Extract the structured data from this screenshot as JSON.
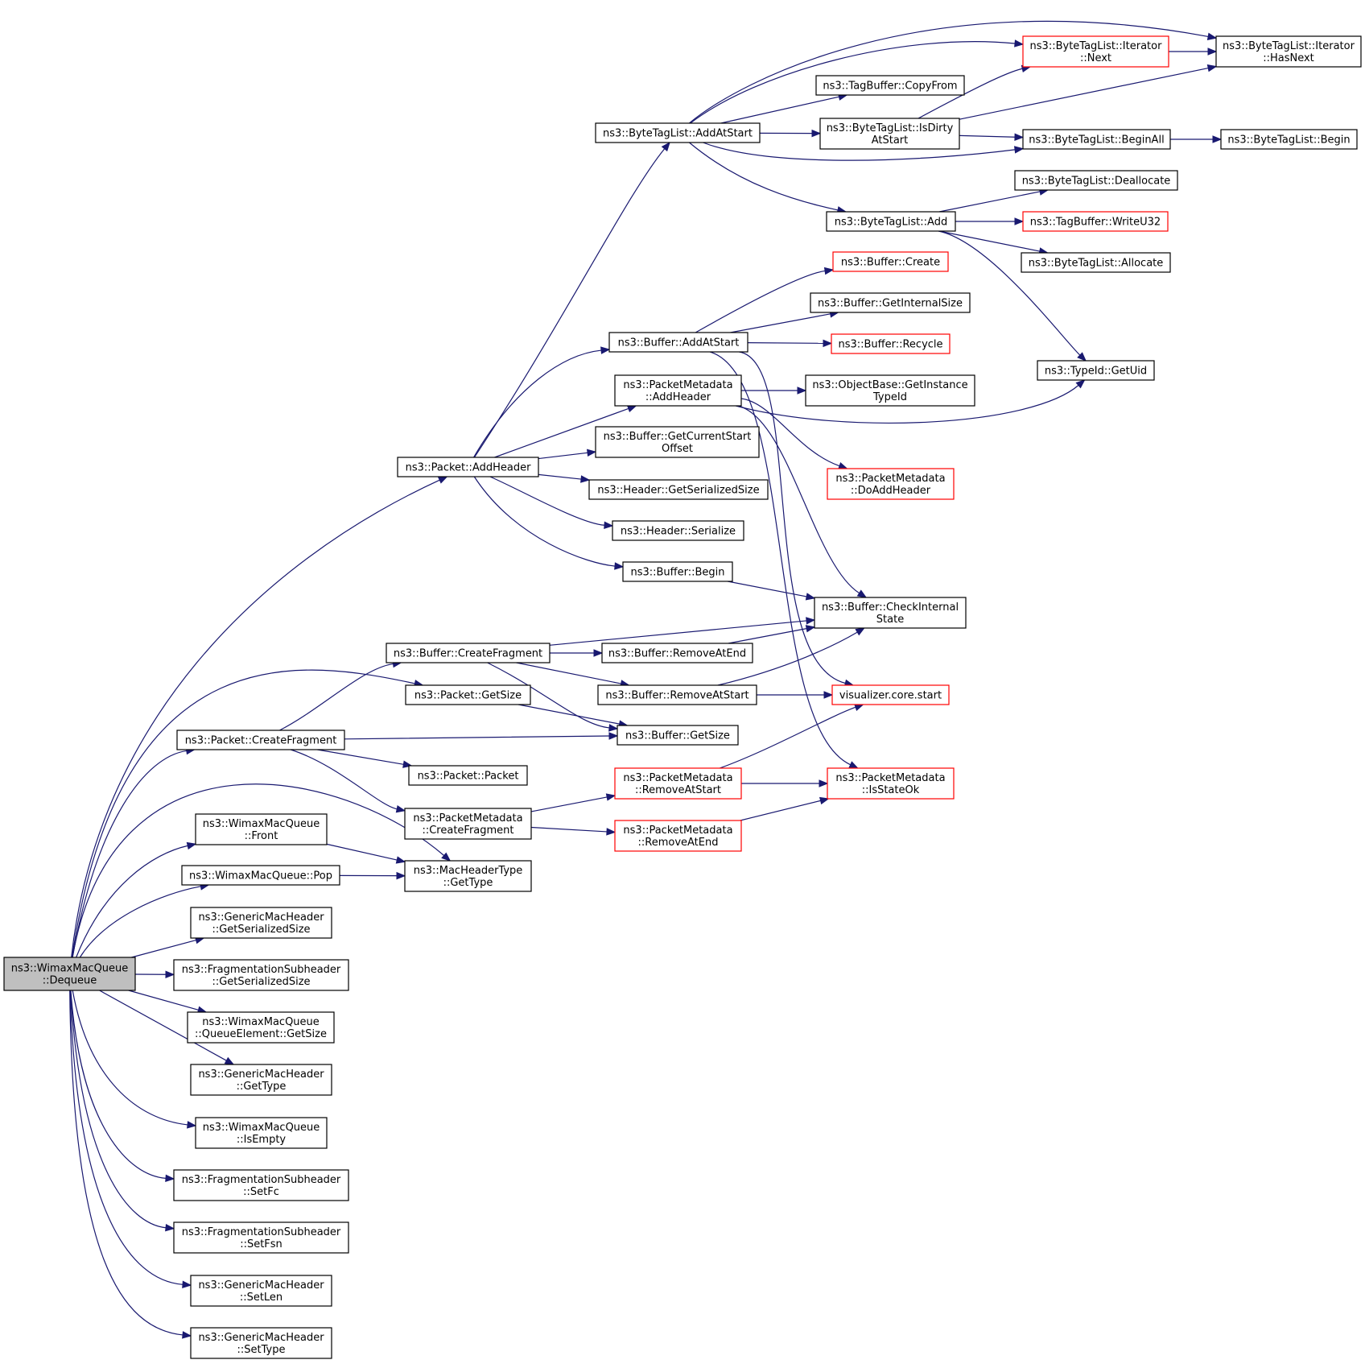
{
  "colors": {
    "edge": "#191970",
    "node_border": "#000000",
    "truncated_border": "#ff0000",
    "root_fill": "#bfbfbf"
  },
  "nodes": [
    {
      "id": "root",
      "lines": [
        "ns3::WimaxMacQueue",
        "::Dequeue"
      ],
      "style": "root"
    },
    {
      "id": "pkt_addheader",
      "lines": [
        "ns3::Packet::AddHeader"
      ]
    },
    {
      "id": "pkt_getsize",
      "lines": [
        "ns3::Packet::GetSize"
      ]
    },
    {
      "id": "pkt_createfrag",
      "lines": [
        "ns3::Packet::CreateFragment"
      ]
    },
    {
      "id": "wmq_front",
      "lines": [
        "ns3::WimaxMacQueue",
        "::Front"
      ]
    },
    {
      "id": "wmq_pop",
      "lines": [
        "ns3::WimaxMacQueue::Pop"
      ]
    },
    {
      "id": "gmh_getser",
      "lines": [
        "ns3::GenericMacHeader",
        "::GetSerializedSize"
      ]
    },
    {
      "id": "fsh_getser",
      "lines": [
        "ns3::FragmentationSubheader",
        "::GetSerializedSize"
      ]
    },
    {
      "id": "wmq_qe_getsize",
      "lines": [
        "ns3::WimaxMacQueue",
        "::QueueElement::GetSize"
      ]
    },
    {
      "id": "gmh_gettype",
      "lines": [
        "ns3::GenericMacHeader",
        "::GetType"
      ]
    },
    {
      "id": "wmq_isempty",
      "lines": [
        "ns3::WimaxMacQueue",
        "::IsEmpty"
      ]
    },
    {
      "id": "fsh_setfc",
      "lines": [
        "ns3::FragmentationSubheader",
        "::SetFc"
      ]
    },
    {
      "id": "fsh_setfsn",
      "lines": [
        "ns3::FragmentationSubheader",
        "::SetFsn"
      ]
    },
    {
      "id": "gmh_setlen",
      "lines": [
        "ns3::GenericMacHeader",
        "::SetLen"
      ]
    },
    {
      "id": "gmh_settype",
      "lines": [
        "ns3::GenericMacHeader",
        "::SetType"
      ]
    },
    {
      "id": "btl_addatstart",
      "lines": [
        "ns3::ByteTagList::AddAtStart"
      ]
    },
    {
      "id": "buf_addatstart",
      "lines": [
        "ns3::Buffer::AddAtStart"
      ]
    },
    {
      "id": "pm_addheader",
      "lines": [
        "ns3::PacketMetadata",
        "::AddHeader"
      ]
    },
    {
      "id": "buf_getcurstart",
      "lines": [
        "ns3::Buffer::GetCurrentStart",
        "Offset"
      ]
    },
    {
      "id": "hdr_getser",
      "lines": [
        "ns3::Header::GetSerializedSize"
      ]
    },
    {
      "id": "hdr_serialize",
      "lines": [
        "ns3::Header::Serialize"
      ]
    },
    {
      "id": "buf_begin",
      "lines": [
        "ns3::Buffer::Begin"
      ]
    },
    {
      "id": "buf_createfrag",
      "lines": [
        "ns3::Buffer::CreateFragment"
      ]
    },
    {
      "id": "buf_removeatend",
      "lines": [
        "ns3::Buffer::RemoveAtEnd"
      ]
    },
    {
      "id": "buf_removeatstart",
      "lines": [
        "ns3::Buffer::RemoveAtStart"
      ]
    },
    {
      "id": "buf_getsize",
      "lines": [
        "ns3::Buffer::GetSize"
      ]
    },
    {
      "id": "pkt_packet",
      "lines": [
        "ns3::Packet::Packet"
      ]
    },
    {
      "id": "pm_createfrag",
      "lines": [
        "ns3::PacketMetadata",
        "::CreateFragment"
      ]
    },
    {
      "id": "mht_gettype",
      "lines": [
        "ns3::MacHeaderType",
        "::GetType"
      ]
    },
    {
      "id": "pm_removeatstart",
      "lines": [
        "ns3::PacketMetadata",
        "::RemoveAtStart"
      ],
      "style": "trunc"
    },
    {
      "id": "pm_removeatend",
      "lines": [
        "ns3::PacketMetadata",
        "::RemoveAtEnd"
      ],
      "style": "trunc"
    },
    {
      "id": "btli_next",
      "lines": [
        "ns3::ByteTagList::Iterator",
        "::Next"
      ],
      "style": "trunc"
    },
    {
      "id": "tb_copyfrom",
      "lines": [
        "ns3::TagBuffer::CopyFrom"
      ]
    },
    {
      "id": "btl_isdirty",
      "lines": [
        "ns3::ByteTagList::IsDirty",
        "AtStart"
      ]
    },
    {
      "id": "btl_add",
      "lines": [
        "ns3::ByteTagList::Add"
      ]
    },
    {
      "id": "buf_create",
      "lines": [
        "ns3::Buffer::Create"
      ],
      "style": "trunc"
    },
    {
      "id": "buf_getinternal",
      "lines": [
        "ns3::Buffer::GetInternalSize"
      ]
    },
    {
      "id": "buf_recycle",
      "lines": [
        "ns3::Buffer::Recycle"
      ],
      "style": "trunc"
    },
    {
      "id": "ob_getinst",
      "lines": [
        "ns3::ObjectBase::GetInstance",
        "TypeId"
      ]
    },
    {
      "id": "pm_doaddheader",
      "lines": [
        "ns3::PacketMetadata",
        "::DoAddHeader"
      ],
      "style": "trunc"
    },
    {
      "id": "buf_checkinternal",
      "lines": [
        "ns3::Buffer::CheckInternal",
        "State"
      ]
    },
    {
      "id": "vis_start",
      "lines": [
        "visualizer.core.start"
      ],
      "style": "trunc"
    },
    {
      "id": "pm_isstateok",
      "lines": [
        "ns3::PacketMetadata",
        "::IsStateOk"
      ],
      "style": "trunc"
    },
    {
      "id": "btli_hasnext",
      "lines": [
        "ns3::ByteTagList::Iterator",
        "::HasNext"
      ]
    },
    {
      "id": "btl_beginall",
      "lines": [
        "ns3::ByteTagList::BeginAll"
      ]
    },
    {
      "id": "btl_begin",
      "lines": [
        "ns3::ByteTagList::Begin"
      ]
    },
    {
      "id": "btl_dealloc",
      "lines": [
        "ns3::ByteTagList::Deallocate"
      ]
    },
    {
      "id": "tb_writeu32",
      "lines": [
        "ns3::TagBuffer::WriteU32"
      ],
      "style": "trunc"
    },
    {
      "id": "btl_allocate",
      "lines": [
        "ns3::ByteTagList::Allocate"
      ]
    },
    {
      "id": "typeid_getuid",
      "lines": [
        "ns3::TypeId::GetUid"
      ]
    }
  ],
  "edges": [
    [
      "root",
      "pkt_addheader"
    ],
    [
      "root",
      "pkt_getsize"
    ],
    [
      "root",
      "pkt_createfrag"
    ],
    [
      "root",
      "mht_gettype"
    ],
    [
      "root",
      "wmq_front"
    ],
    [
      "root",
      "wmq_pop"
    ],
    [
      "root",
      "gmh_getser"
    ],
    [
      "root",
      "fsh_getser"
    ],
    [
      "root",
      "wmq_qe_getsize"
    ],
    [
      "root",
      "gmh_gettype"
    ],
    [
      "root",
      "wmq_isempty"
    ],
    [
      "root",
      "fsh_setfc"
    ],
    [
      "root",
      "fsh_setfsn"
    ],
    [
      "root",
      "gmh_setlen"
    ],
    [
      "root",
      "gmh_settype"
    ],
    [
      "pkt_addheader",
      "btl_addatstart"
    ],
    [
      "pkt_addheader",
      "buf_addatstart"
    ],
    [
      "pkt_addheader",
      "pm_addheader"
    ],
    [
      "pkt_addheader",
      "buf_getcurstart"
    ],
    [
      "pkt_addheader",
      "hdr_getser"
    ],
    [
      "pkt_addheader",
      "hdr_serialize"
    ],
    [
      "pkt_addheader",
      "buf_begin"
    ],
    [
      "btl_addatstart",
      "btli_hasnext"
    ],
    [
      "btl_addatstart",
      "btli_next"
    ],
    [
      "btl_addatstart",
      "tb_copyfrom"
    ],
    [
      "btl_addatstart",
      "btl_isdirty"
    ],
    [
      "btl_addatstart",
      "btl_beginall"
    ],
    [
      "btl_addatstart",
      "btl_add"
    ],
    [
      "btli_next",
      "btli_hasnext"
    ],
    [
      "btl_isdirty",
      "btli_next"
    ],
    [
      "btl_isdirty",
      "btli_hasnext"
    ],
    [
      "btl_isdirty",
      "btl_beginall"
    ],
    [
      "btl_beginall",
      "btl_begin"
    ],
    [
      "btl_add",
      "btl_dealloc"
    ],
    [
      "btl_add",
      "tb_writeu32"
    ],
    [
      "btl_add",
      "btl_allocate"
    ],
    [
      "btl_add",
      "typeid_getuid"
    ],
    [
      "buf_addatstart",
      "buf_create"
    ],
    [
      "buf_addatstart",
      "buf_getinternal"
    ],
    [
      "buf_addatstart",
      "buf_recycle"
    ],
    [
      "buf_addatstart",
      "vis_start"
    ],
    [
      "buf_addatstart",
      "pm_isstateok"
    ],
    [
      "pm_addheader",
      "ob_getinst"
    ],
    [
      "pm_addheader",
      "typeid_getuid"
    ],
    [
      "pm_addheader",
      "pm_doaddheader"
    ],
    [
      "pm_addheader",
      "buf_checkinternal"
    ],
    [
      "buf_begin",
      "buf_checkinternal"
    ],
    [
      "buf_createfrag",
      "buf_checkinternal"
    ],
    [
      "buf_createfrag",
      "buf_removeatend"
    ],
    [
      "buf_createfrag",
      "buf_removeatstart"
    ],
    [
      "buf_createfrag",
      "buf_getsize"
    ],
    [
      "buf_removeatend",
      "buf_checkinternal"
    ],
    [
      "buf_removeatstart",
      "buf_checkinternal"
    ],
    [
      "buf_removeatstart",
      "vis_start"
    ],
    [
      "pkt_getsize",
      "buf_getsize"
    ],
    [
      "pkt_createfrag",
      "buf_createfrag"
    ],
    [
      "pkt_createfrag",
      "buf_getsize"
    ],
    [
      "pkt_createfrag",
      "pkt_packet"
    ],
    [
      "pkt_createfrag",
      "pm_createfrag"
    ],
    [
      "pm_createfrag",
      "pm_removeatstart"
    ],
    [
      "pm_createfrag",
      "pm_removeatend"
    ],
    [
      "pm_removeatstart",
      "vis_start"
    ],
    [
      "pm_removeatstart",
      "pm_isstateok"
    ],
    [
      "pm_removeatend",
      "pm_isstateok"
    ],
    [
      "wmq_front",
      "mht_gettype"
    ],
    [
      "wmq_pop",
      "mht_gettype"
    ]
  ]
}
